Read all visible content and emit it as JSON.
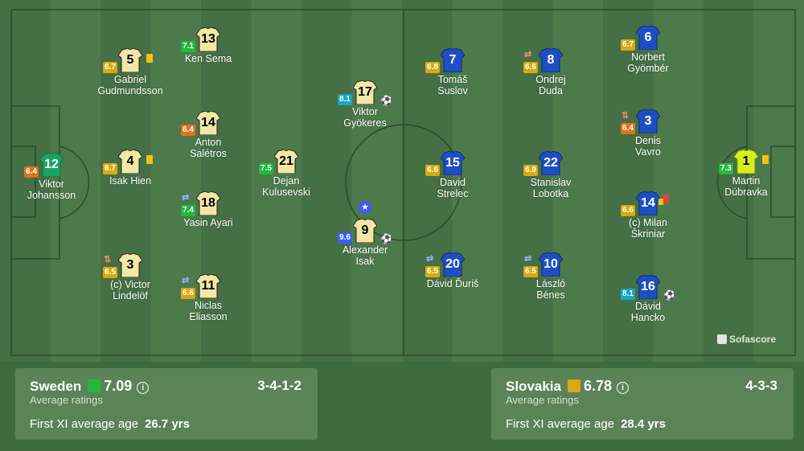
{
  "colors": {
    "sweden_shirt": "#f3e7a6",
    "sweden_gk": "#19a463",
    "slovakia_shirt": "#1f4ec2",
    "slovakia_gk": "#d4ef1d",
    "rating_orange": "#e0731a",
    "rating_yellow": "#d9a90f",
    "rating_green": "#21b93c",
    "rating_teal": "#17a6c2",
    "rating_blue": "#3b5bff",
    "yellow_card": "#f2c316",
    "red_card": "#e04040"
  },
  "players": [
    {
      "id": "sweden-gk",
      "number": "12",
      "name": "Viktor\nJohansson",
      "rating": "6.4",
      "rating_color": "orange",
      "team": "sweden",
      "gk": true
    },
    {
      "id": "gudmundsson",
      "number": "5",
      "name": "Gabriel\nGudmundsson",
      "rating": "6.7",
      "rating_color": "yellow",
      "team": "sweden",
      "card": "yellow"
    },
    {
      "id": "hien",
      "number": "4",
      "name": "Isak Hien",
      "rating": "6.7",
      "rating_color": "yellow",
      "team": "sweden",
      "card": "yellow"
    },
    {
      "id": "lindelof",
      "number": "3",
      "name": "(c) Victor\nLindelöf",
      "rating": "6.5",
      "rating_color": "yellow",
      "team": "sweden",
      "sub": "out"
    },
    {
      "id": "sema",
      "number": "13",
      "name": "Ken Sema",
      "rating": "7.1",
      "rating_color": "green",
      "team": "sweden"
    },
    {
      "id": "saletros",
      "number": "14",
      "name": "Anton\nSalétros",
      "rating": "6.4",
      "rating_color": "orange",
      "team": "sweden"
    },
    {
      "id": "ayari",
      "number": "18",
      "name": "Yasin Ayari",
      "rating": "7.4",
      "rating_color": "green",
      "team": "sweden",
      "sub": "in"
    },
    {
      "id": "eliasson",
      "number": "11",
      "name": "Niclas\nEliasson",
      "rating": "6.6",
      "rating_color": "yellow",
      "team": "sweden",
      "sub": "in"
    },
    {
      "id": "kulusevski",
      "number": "21",
      "name": "Dejan\nKulusevski",
      "rating": "7.5",
      "rating_color": "green",
      "team": "sweden"
    },
    {
      "id": "gyokeres",
      "number": "17",
      "name": "Viktor\nGyökeres",
      "rating": "8.1",
      "rating_color": "teal",
      "team": "sweden",
      "goal": true
    },
    {
      "id": "isak",
      "number": "9",
      "name": "Alexander\nIsak",
      "rating": "9.6",
      "rating_color": "blue",
      "team": "sweden",
      "goal": true,
      "star": true
    },
    {
      "id": "suslov",
      "number": "7",
      "name": "Tomáš\nSuslov",
      "rating": "6.8",
      "rating_color": "yellow",
      "team": "slovakia"
    },
    {
      "id": "strelec",
      "number": "15",
      "name": "David\nStrelec",
      "rating": "6.6",
      "rating_color": "yellow",
      "team": "slovakia"
    },
    {
      "id": "duris",
      "number": "20",
      "name": "Dávid Ďuriš",
      "rating": "6.5",
      "rating_color": "yellow",
      "team": "slovakia",
      "sub": "in"
    },
    {
      "id": "duda",
      "number": "8",
      "name": "Ondrej\nDuda",
      "rating": "6.6",
      "rating_color": "yellow",
      "team": "slovakia",
      "sub": "out"
    },
    {
      "id": "lobotka",
      "number": "22",
      "name": "Stanislav\nLobotka",
      "rating": "6.9",
      "rating_color": "yellow",
      "team": "slovakia"
    },
    {
      "id": "benes",
      "number": "10",
      "name": "László\nBénes",
      "rating": "6.5",
      "rating_color": "yellow",
      "team": "slovakia",
      "sub": "in"
    },
    {
      "id": "gyomber",
      "number": "6",
      "name": "Norbert\nGyömbér",
      "rating": "6.7",
      "rating_color": "yellow",
      "team": "slovakia"
    },
    {
      "id": "vavro",
      "number": "3",
      "name": "Denis\nVavro",
      "rating": "6.4",
      "rating_color": "orange",
      "team": "slovakia",
      "sub": "out"
    },
    {
      "id": "skriniar",
      "number": "14",
      "name": "(c) Milan\nŠkriniar",
      "rating": "6.6",
      "rating_color": "yellow",
      "team": "slovakia",
      "card": "red"
    },
    {
      "id": "hancko",
      "number": "16",
      "name": "Dávid\nHancko",
      "rating": "8.1",
      "rating_color": "teal",
      "team": "slovakia",
      "goal": true
    },
    {
      "id": "slovakia-gk",
      "number": "1",
      "name": "Martin\nDúbravka",
      "rating": "7.3",
      "rating_color": "green",
      "team": "slovakia",
      "gk": true,
      "card": "yellow"
    }
  ],
  "watermark": "Sofascore",
  "sweden": {
    "team": "Sweden",
    "avg": "7.09",
    "avg_color": "#21b93c",
    "avg_label": "Average ratings",
    "formation": "3-4-1-2",
    "age_label": "First XI average age",
    "age": "26.7 yrs"
  },
  "slovakia": {
    "team": "Slovakia",
    "avg": "6.78",
    "avg_color": "#d9a90f",
    "avg_label": "Average ratings",
    "formation": "4-3-3",
    "age_label": "First XI average age",
    "age": "28.4 yrs"
  }
}
